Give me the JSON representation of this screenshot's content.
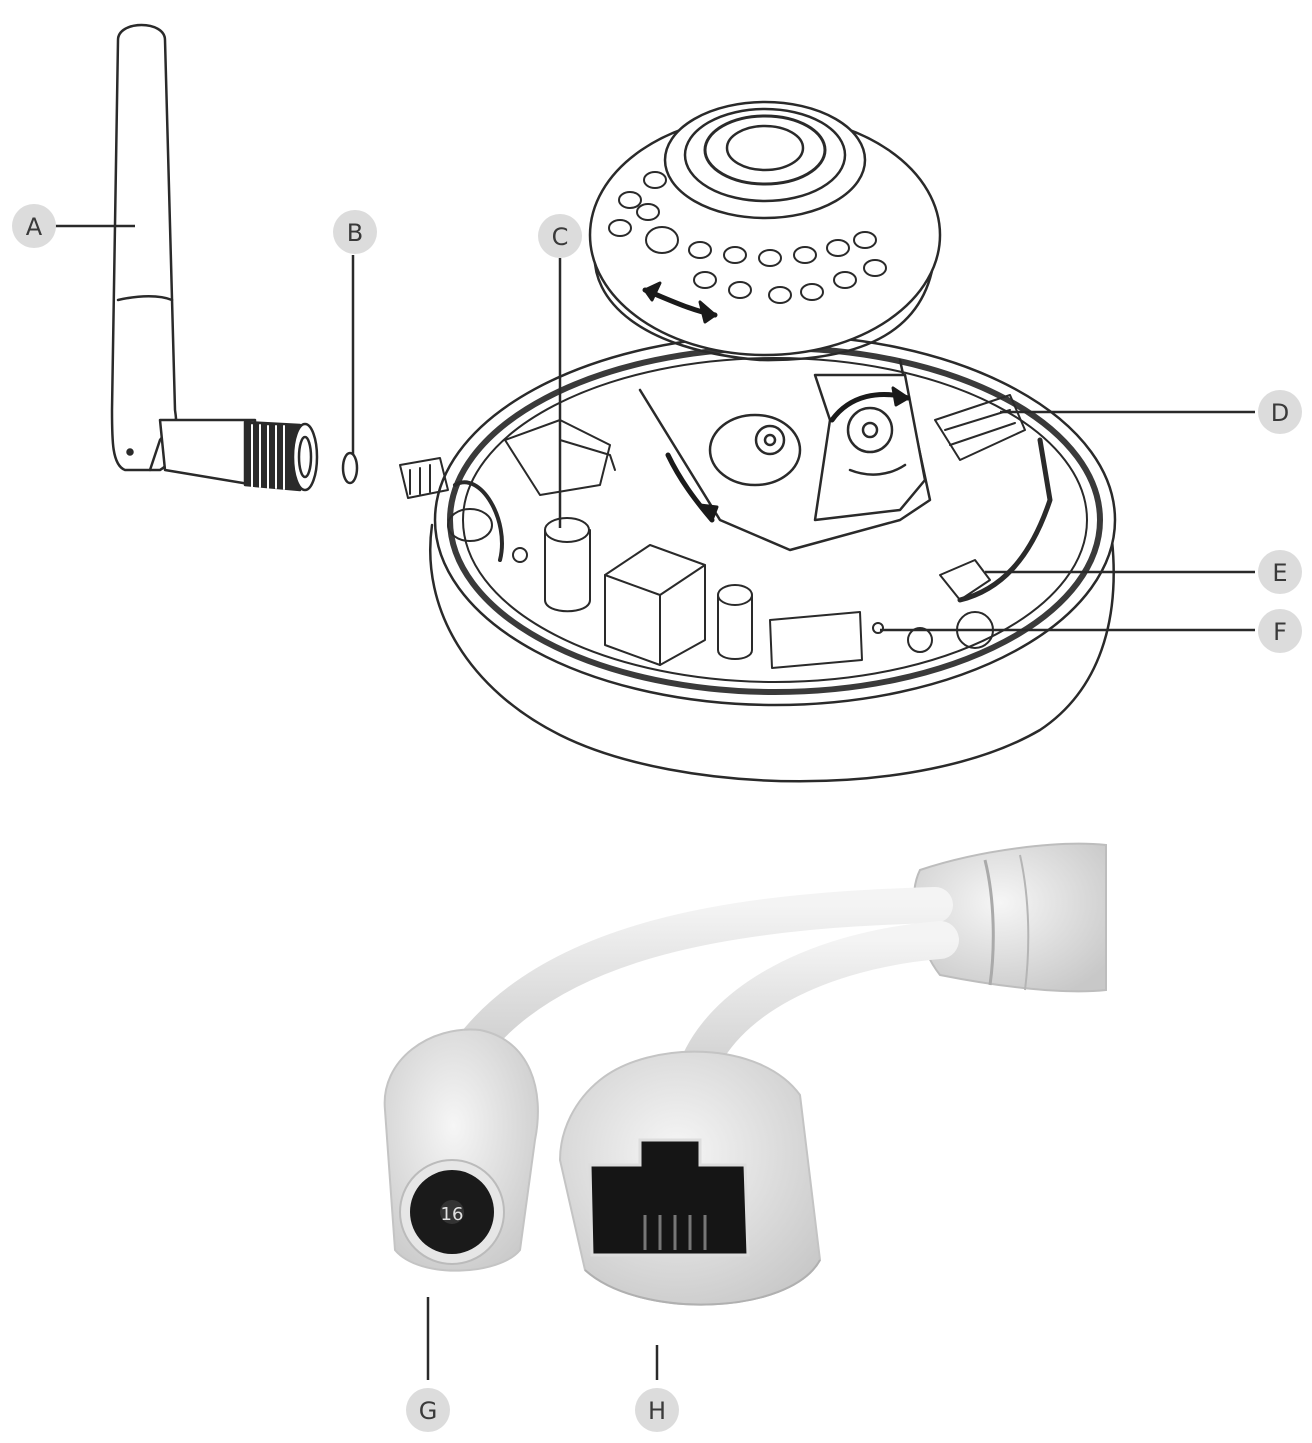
{
  "callouts": {
    "a": "A",
    "b": "B",
    "c": "C",
    "d": "D",
    "e": "E",
    "f": "F",
    "g": "G",
    "h": "H"
  },
  "power_jack_marking": "16",
  "colors": {
    "line": "#2a2a2a",
    "badge": "#dcdcdc",
    "letter": "#3a3a3a",
    "cable": "#e9e9e9",
    "jack": "#1a1a1a"
  }
}
